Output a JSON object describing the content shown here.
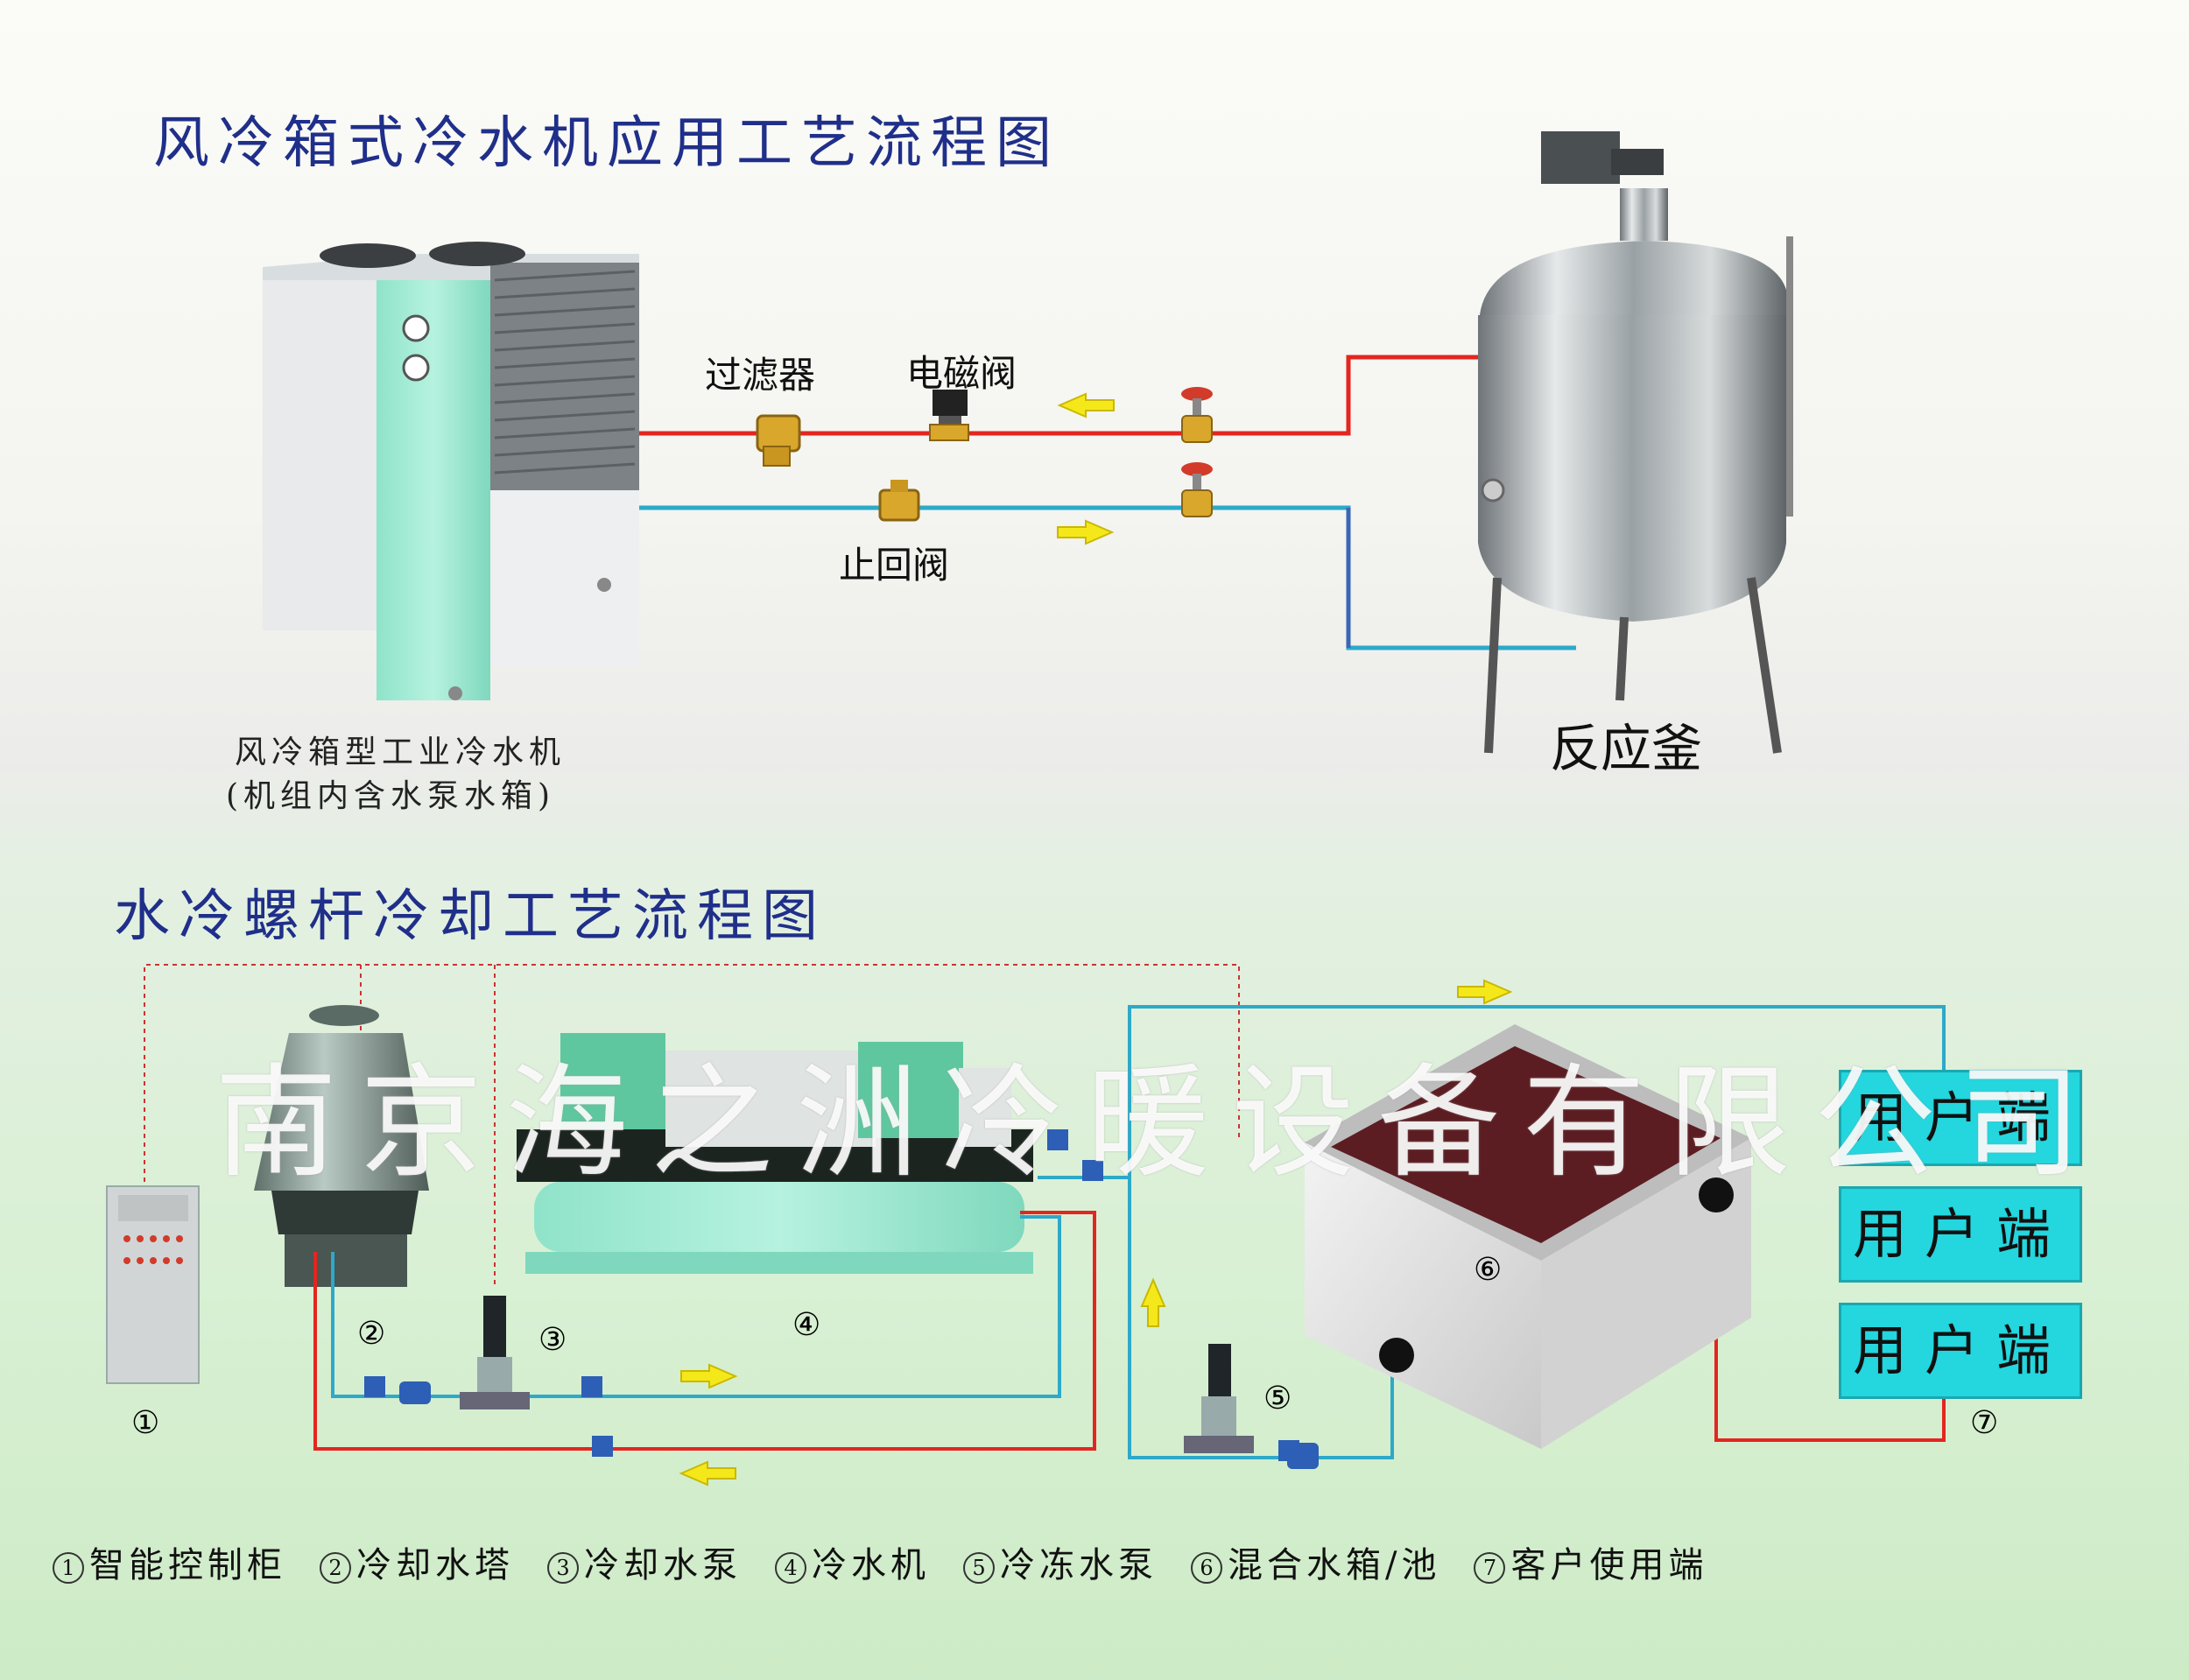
{
  "titles": {
    "air_cooled": "风冷箱式冷水机应用工艺流程图",
    "water_cooled": "水冷螺杆冷却工艺流程图"
  },
  "air_cooled": {
    "filter_label": "过滤器",
    "solenoid_label": "电磁阀",
    "check_valve_label": "止回阀",
    "chiller_caption_line1": "风冷箱型工业冷水机",
    "chiller_caption_line2": "(机组内含水泵水箱)",
    "reactor_label": "反应釜"
  },
  "water_cooled": {
    "numbers": [
      "①",
      "②",
      "③",
      "④",
      "⑤",
      "⑥",
      "⑦"
    ],
    "user_ends": [
      "用户端",
      "用户端",
      "用户端"
    ]
  },
  "legend": [
    {
      "num": "1",
      "label": "智能控制柜"
    },
    {
      "num": "2",
      "label": "冷却水塔"
    },
    {
      "num": "3",
      "label": "冷却水泵"
    },
    {
      "num": "4",
      "label": "冷水机"
    },
    {
      "num": "5",
      "label": "冷冻水泵"
    },
    {
      "num": "6",
      "label": "混合水箱/池"
    },
    {
      "num": "7",
      "label": "客户使用端"
    }
  ],
  "watermark": "南京海之洲冷暖设备有限公司",
  "colors": {
    "hot_pipe": "#e32620",
    "cold_pipe": "#2da9c9",
    "return_pipe": "#3a67b5",
    "title": "#1f2f8a",
    "user_box": "#24d6de",
    "arrow": "#f5e81a"
  }
}
